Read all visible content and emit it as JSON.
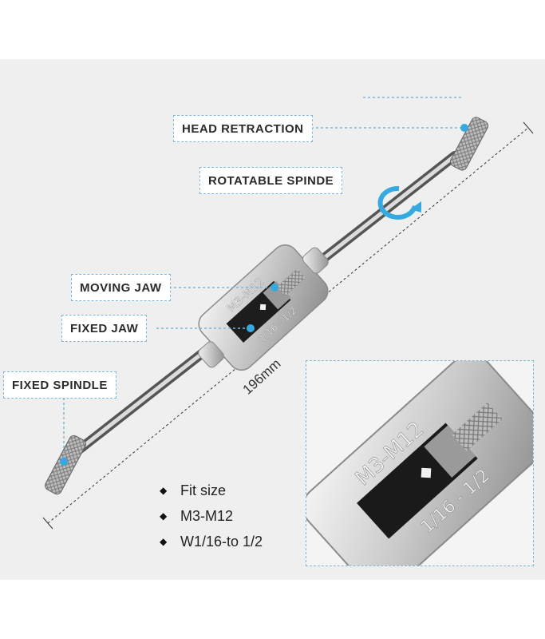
{
  "callouts": {
    "head_retraction": "HEAD RETRACTION",
    "rotatable_spindle": "ROTATABLE SPINDE",
    "moving_jaw": "MOVING JAW",
    "fixed_jaw": "FIXED JAW",
    "fixed_spindle": "FIXED SPINDLE"
  },
  "dimension": "196mm",
  "tool_markings": {
    "size_range": "M3-M12",
    "inch_range": "1/16 - 1/2"
  },
  "specs": [
    "Fit size",
    "M3-M12",
    "W1/16-to 1/2"
  ],
  "colors": {
    "accent": "#36a9e1",
    "callout_border": "#7fb6d6",
    "metal": "#c8c8c8"
  }
}
